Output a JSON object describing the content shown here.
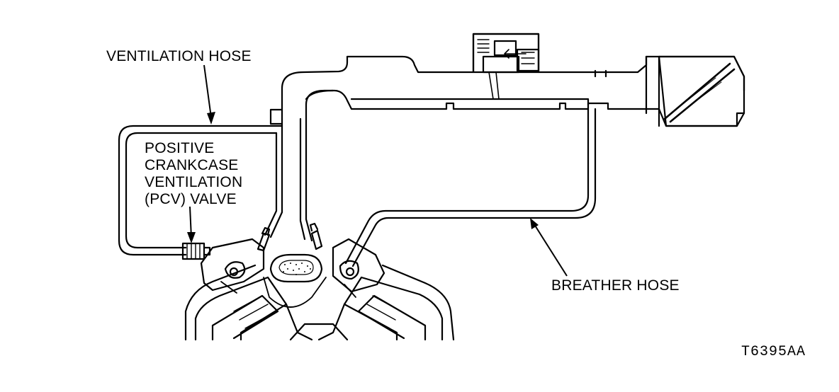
{
  "labels": {
    "ventilation_hose": "VENTILATION HOSE",
    "pcv_valve": [
      "POSITIVE",
      "CRANKCASE",
      "VENTILATION",
      "(PCV) VALVE"
    ],
    "breather_hose": "BREATHER HOSE"
  },
  "figure_code": "T6395AA",
  "colors": {
    "ink": "#000000",
    "paper": "#ffffff"
  }
}
